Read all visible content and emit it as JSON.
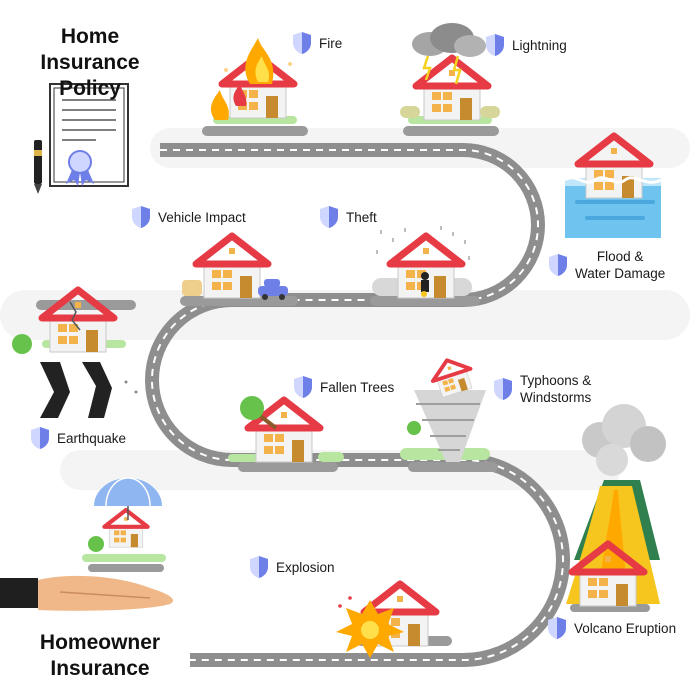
{
  "titles": {
    "policy_line1": "Home Insurance",
    "policy_line2": "Policy",
    "homeowner_line1": "Homeowner",
    "homeowner_line2": "Insurance"
  },
  "perils": {
    "fire": "Fire",
    "lightning": "Lightning",
    "vehicle_impact": "Vehicle Impact",
    "theft": "Theft",
    "flood_line1": "Flood &",
    "flood_line2": "Water Damage",
    "earthquake": "Earthquake",
    "fallen_trees": "Fallen Trees",
    "typhoons_line1": "Typhoons &",
    "typhoons_line2": "Windstorms",
    "explosion": "Explosion",
    "volcano": "Volcano Eruption"
  },
  "icons": {
    "peril_marker": "shield-icon",
    "document": "certificate-document-icon",
    "pen": "pen-icon",
    "protection": "umbrella-icon",
    "hand": "hand-icon"
  },
  "colors": {
    "road": "#8e8e8e",
    "road_dash": "#ffffff",
    "roof": "#e63a45",
    "wall": "#f3f3f3",
    "shield_light": "#cfd6ff",
    "shield_dark": "#6f7fe8",
    "grass": "#b8e6a0",
    "flood": "#6ec3ef",
    "fire": "#ffa800",
    "lava": "#f6c61e"
  }
}
